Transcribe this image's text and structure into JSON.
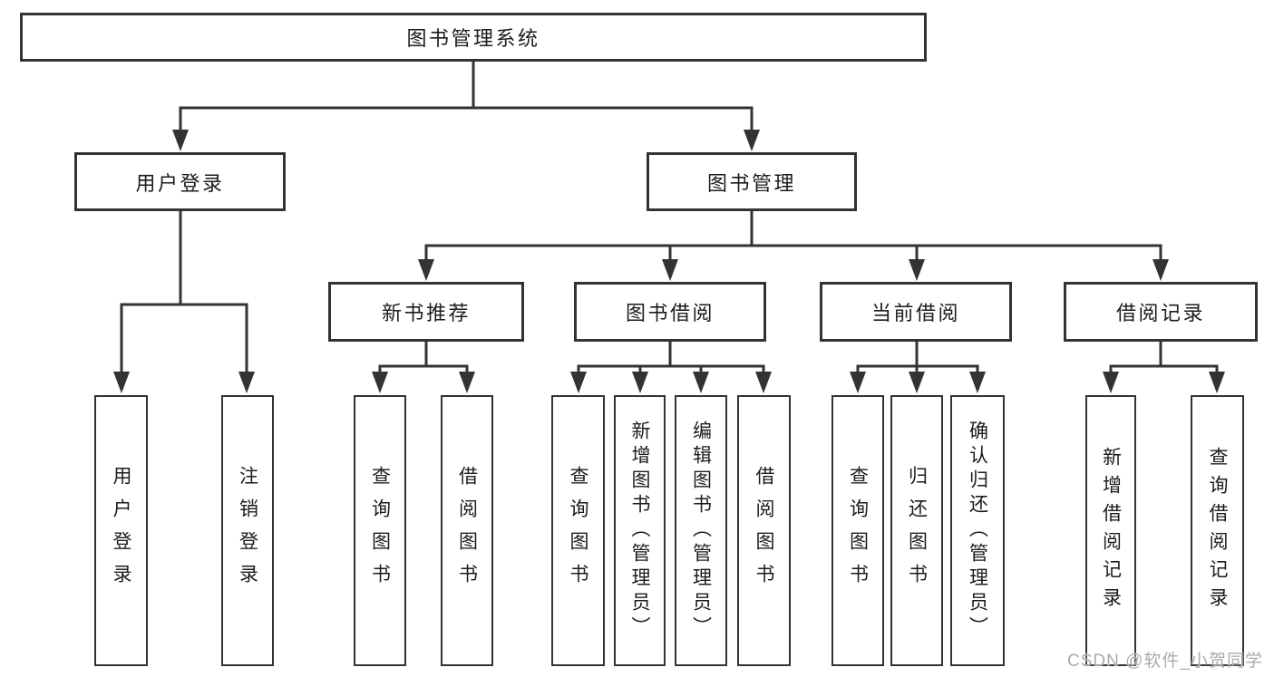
{
  "colors": {
    "line": "#333333",
    "box_border": "#333333",
    "text": "#1c1c1c",
    "background": "#ffffff",
    "watermark": "#ababab"
  },
  "watermark": "CSDN @软件_小贺同学",
  "tree": {
    "label": "图书管理系统",
    "children": [
      {
        "label": "用户登录",
        "children": [
          {
            "label": "用户登录"
          },
          {
            "label": "注销登录"
          }
        ]
      },
      {
        "label": "图书管理",
        "children": [
          {
            "label": "新书推荐",
            "children": [
              {
                "label": "查询图书"
              },
              {
                "label": "借阅图书"
              }
            ]
          },
          {
            "label": "图书借阅",
            "children": [
              {
                "label": "查询图书"
              },
              {
                "label": "新增图书（管理员）"
              },
              {
                "label": "编辑图书（管理员）"
              },
              {
                "label": "借阅图书"
              }
            ]
          },
          {
            "label": "当前借阅",
            "children": [
              {
                "label": "查询图书"
              },
              {
                "label": "归还图书"
              },
              {
                "label": "确认归还（管理员）"
              }
            ]
          },
          {
            "label": "借阅记录",
            "children": [
              {
                "label": "新增借阅记录"
              },
              {
                "label": "查询借阅记录"
              }
            ]
          }
        ]
      }
    ]
  }
}
